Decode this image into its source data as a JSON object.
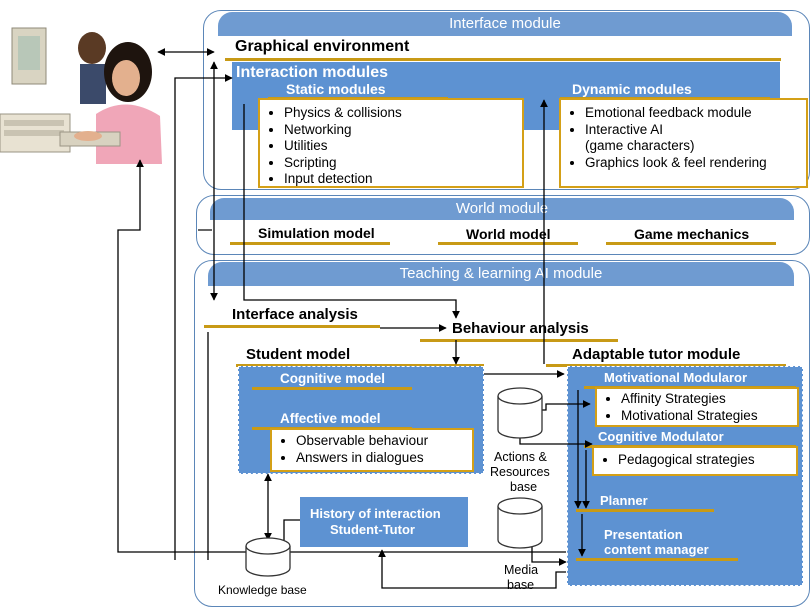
{
  "interface": {
    "header": "Interface module",
    "graphical_environment": "Graphical environment",
    "interaction_modules": "Interaction modules",
    "static_modules": {
      "title": "Static modules",
      "items": [
        "Physics & collisions",
        "Networking",
        "Utilities",
        "Scripting",
        "Input detection"
      ]
    },
    "dynamic_modules": {
      "title": "Dynamic modules",
      "items": [
        "Emotional feedback module",
        "Interactive AI",
        "(game characters)",
        "Graphics look & feel rendering"
      ]
    }
  },
  "world": {
    "header": "World module",
    "simulation_model": "Simulation model",
    "world_model": "World model",
    "game_mechanics": "Game mechanics"
  },
  "teaching": {
    "header": "Teaching & learning AI module",
    "interface_analysis": "Interface analysis",
    "behaviour_analysis": "Behaviour analysis",
    "student_model": {
      "title": "Student model",
      "cognitive_model": "Cognitive model",
      "affective_model": "Affective model",
      "affective_items": [
        "Observable behaviour",
        "Answers in dialogues"
      ]
    },
    "history": [
      "History of interaction",
      "Student-Tutor"
    ],
    "knowledge_base": "Knowledge base",
    "actions_resources": [
      "Actions &",
      "Resources",
      "base"
    ],
    "media_base": [
      "Media",
      "base"
    ],
    "adaptable_tutor": {
      "title": "Adaptable tutor module",
      "motivational": "Motivational Modularor",
      "motivational_items": [
        "Affinity Strategies",
        "Motivational Strategies"
      ],
      "cognitive_modulator": "Cognitive Modulator",
      "cognitive_items": [
        "Pedagogical strategies"
      ],
      "planner": "Planner",
      "presentation": [
        "Presentation",
        "content manager"
      ]
    }
  }
}
